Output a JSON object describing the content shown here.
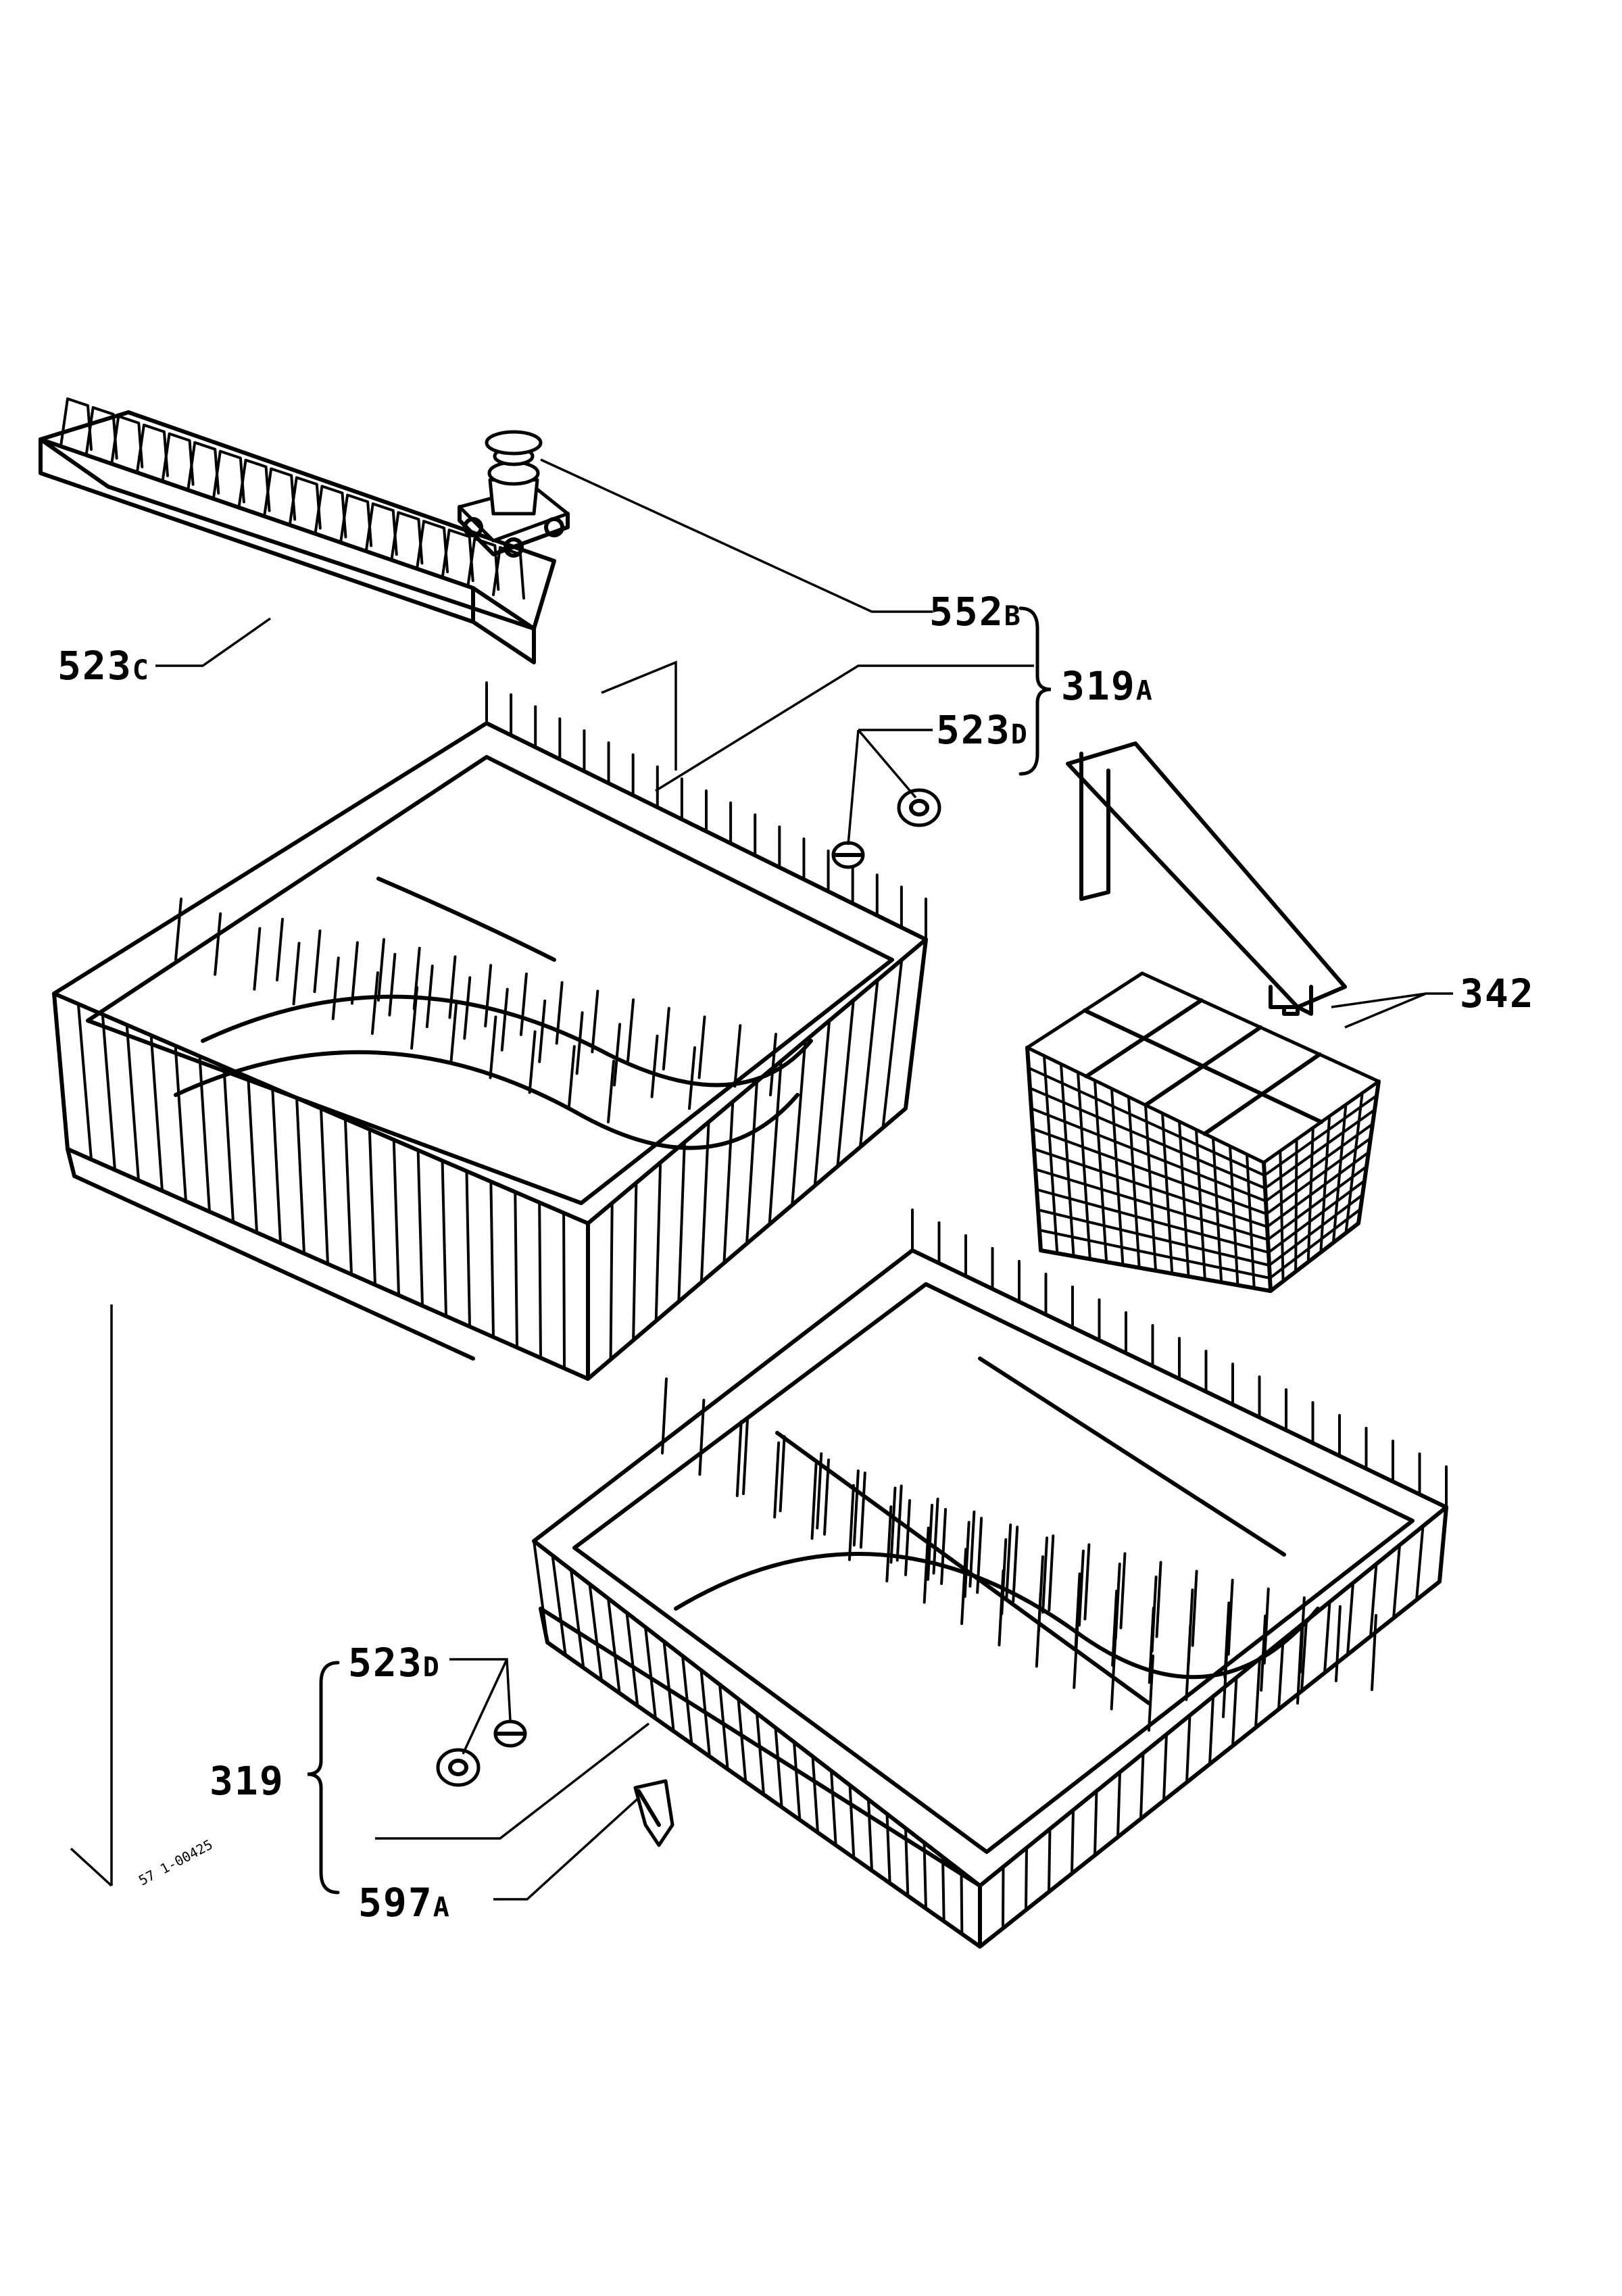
{
  "callouts": {
    "p552b": {
      "num": "552",
      "suffix": "B"
    },
    "p319a": {
      "num": "319",
      "suffix": "A"
    },
    "p523d_top": {
      "num": "523",
      "suffix": "D"
    },
    "p523c": {
      "num": "523",
      "suffix": "C"
    },
    "p342": {
      "num": "342"
    },
    "p523d_bottom": {
      "num": "523",
      "suffix": "D"
    },
    "p319": {
      "num": "319"
    },
    "p597a": {
      "num": "597",
      "suffix": "A"
    }
  },
  "drawing_code": "57 1-00425"
}
